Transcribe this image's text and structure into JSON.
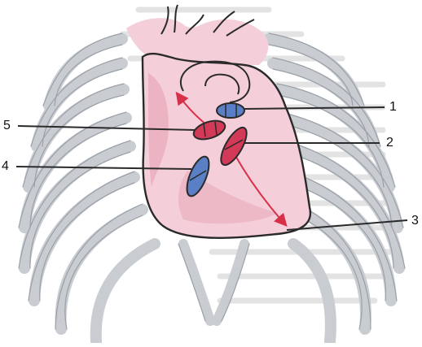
{
  "figure": {
    "labels": {
      "one": "1",
      "two": "2",
      "three": "3",
      "four": "4",
      "five": "5"
    },
    "colors": {
      "outline": "#2a2a2a",
      "rib": "#c9ccd1",
      "rib_edge": "#9aa0a8",
      "heart_fill": "#f4cfd9",
      "heart_shade": "#e8a7b8",
      "red_valve": "#d23a57",
      "blue_valve": "#5b7fc4",
      "arrow": "#d9304a",
      "bg_text": "#dadada"
    }
  }
}
